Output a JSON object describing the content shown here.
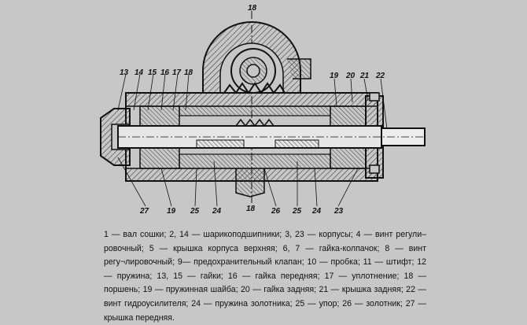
{
  "figure": {
    "callouts": {
      "section_top": "18",
      "section_bottom": "18",
      "n13": "13",
      "n14": "14",
      "n15": "15",
      "n16": "16",
      "n17": "17",
      "n18": "18",
      "n19_top": "19",
      "n20": "20",
      "n21": "21",
      "n22": "22",
      "n27": "27",
      "n19_bottom": "19",
      "n25_left": "25",
      "n24_left": "24",
      "n26": "26",
      "n25_right": "25",
      "n24_right": "24",
      "n23": "23"
    }
  },
  "caption": {
    "lines": [
      "1 — вал сошки; 2, 14 — шарикоподшипники; 3, 23 — корпусы; 4 — винт",
      "регули–ровочный; 5 — крышка корпуса верхняя; 6, 7 — гайка-колпачок; 8 —",
      "винт регу¬лировочный; 9— предохранительный клапан; 10 — пробка; 11 —",
      "штифт; 12 — пружина; 13, 15 — гайки; 16 — гайка передняя; 17 —",
      "уплотнение; 18 — поршень; 19 — пружинная шайба; 20 — гайка задняя; 21 —",
      "крышка задняя; 22 — винт гидроусилителя; 24 — пружина золотника; 25 —",
      "упор;        26    —    золотник;           27    —    крышка    передняя."
    ]
  },
  "colors": {
    "background": "#c7c7c7",
    "ink": "#111111",
    "hatch": "#3a3a3a"
  }
}
